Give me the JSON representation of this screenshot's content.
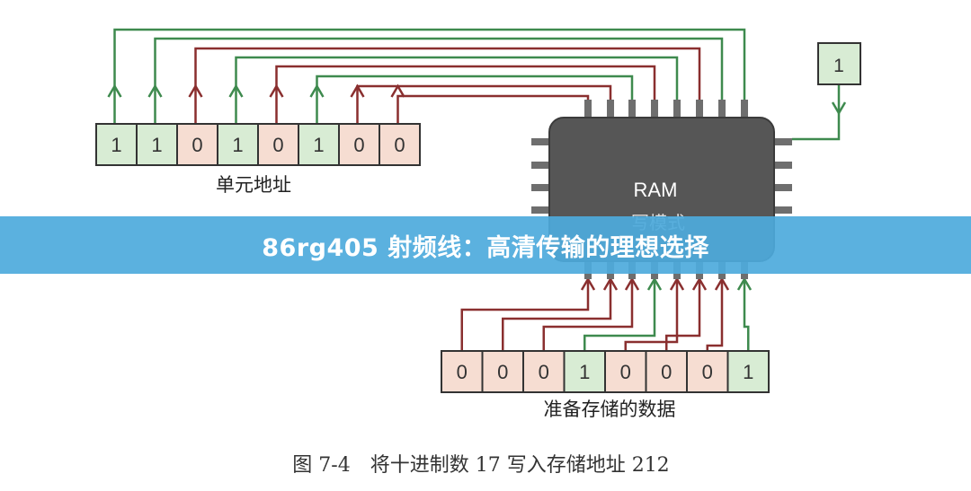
{
  "address_register": {
    "label": "单元地址",
    "bits": [
      "1",
      "1",
      "0",
      "1",
      "0",
      "1",
      "0",
      "0"
    ]
  },
  "data_register": {
    "label": "准备存储的数据",
    "bits": [
      "0",
      "0",
      "0",
      "1",
      "0",
      "0",
      "0",
      "1"
    ]
  },
  "ram_chip": {
    "label": "RAM",
    "mode_label": "写模式"
  },
  "write_signal": {
    "value": "1"
  },
  "caption": "图 7-4　将十进制数 17 写入存储地址 212",
  "banner": {
    "title": "86rg405 射频线：高清传输的理想选择"
  },
  "colors": {
    "one_wire": "#3e8a4e",
    "zero_wire": "#8a2f2f",
    "one_cell": "#d8ecd4",
    "zero_cell": "#f6ddd2",
    "chip": "#565656",
    "banner": "#4daadc"
  }
}
